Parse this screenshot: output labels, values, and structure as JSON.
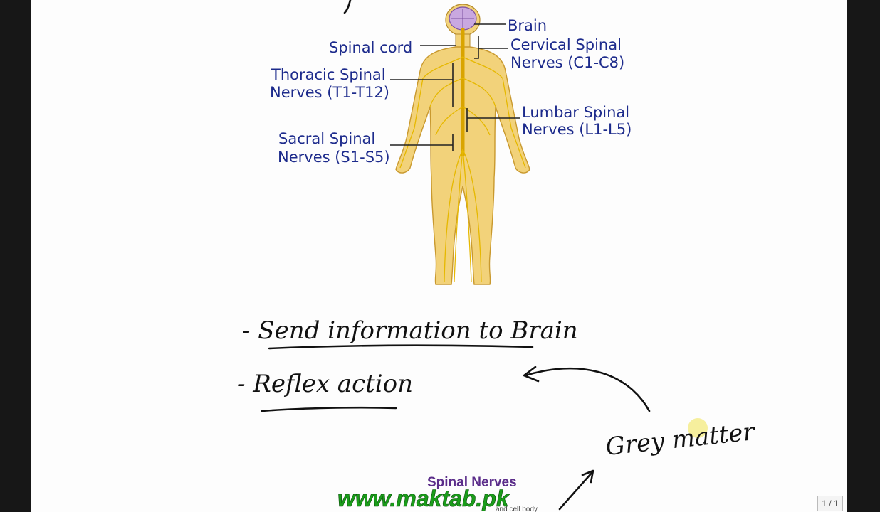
{
  "diagram": {
    "labels": {
      "brain": "Brain",
      "spinal_cord": "Spinal cord",
      "cervical_line1": "Cervical Spinal",
      "cervical_line2": "Nerves (C1-C8)",
      "thoracic_line1": "Thoracic Spinal",
      "thoracic_line2": "Nerves (T1-T12)",
      "lumbar_line1": "Lumbar Spinal",
      "lumbar_line2": "Nerves (L1-L5)",
      "sacral_line1": "Sacral Spinal",
      "sacral_line2": "Nerves (S1-S5)"
    }
  },
  "notes": {
    "line1": "- Send information to Brain",
    "line2": "- Reflex action",
    "grey_matter": "Grey matter"
  },
  "thumbnail": {
    "title": "Spinal Nerves",
    "partial_caption": "and cell body"
  },
  "watermark": "www.maktab.pk",
  "page_indicator": "1 / 1",
  "colors": {
    "label_text": "#1d2b8c",
    "body_fill": "#f2d27a",
    "nerve": "#e6b800",
    "brain": "#c9a8e0",
    "watermark": "#1a9d1a",
    "thumbnail_title": "#5b2d8a"
  }
}
